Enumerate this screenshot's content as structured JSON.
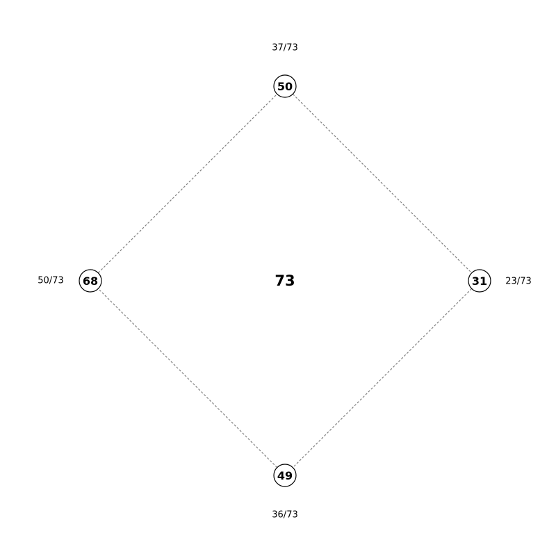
{
  "center": {
    "value": "73"
  },
  "nodes": [
    {
      "id": "top",
      "value": "50",
      "fraction": "37/73"
    },
    {
      "id": "right",
      "value": "31",
      "fraction": "23/73"
    },
    {
      "id": "bottom",
      "value": "49",
      "fraction": "36/73"
    },
    {
      "id": "left",
      "value": "68",
      "fraction": "50/73"
    }
  ],
  "edges": [
    [
      "top",
      "right"
    ],
    [
      "right",
      "bottom"
    ],
    [
      "bottom",
      "left"
    ],
    [
      "left",
      "top"
    ]
  ],
  "colors": {
    "edge": "#808080",
    "node_stroke": "#000000",
    "node_fill": "#ffffff",
    "text": "#000000"
  }
}
